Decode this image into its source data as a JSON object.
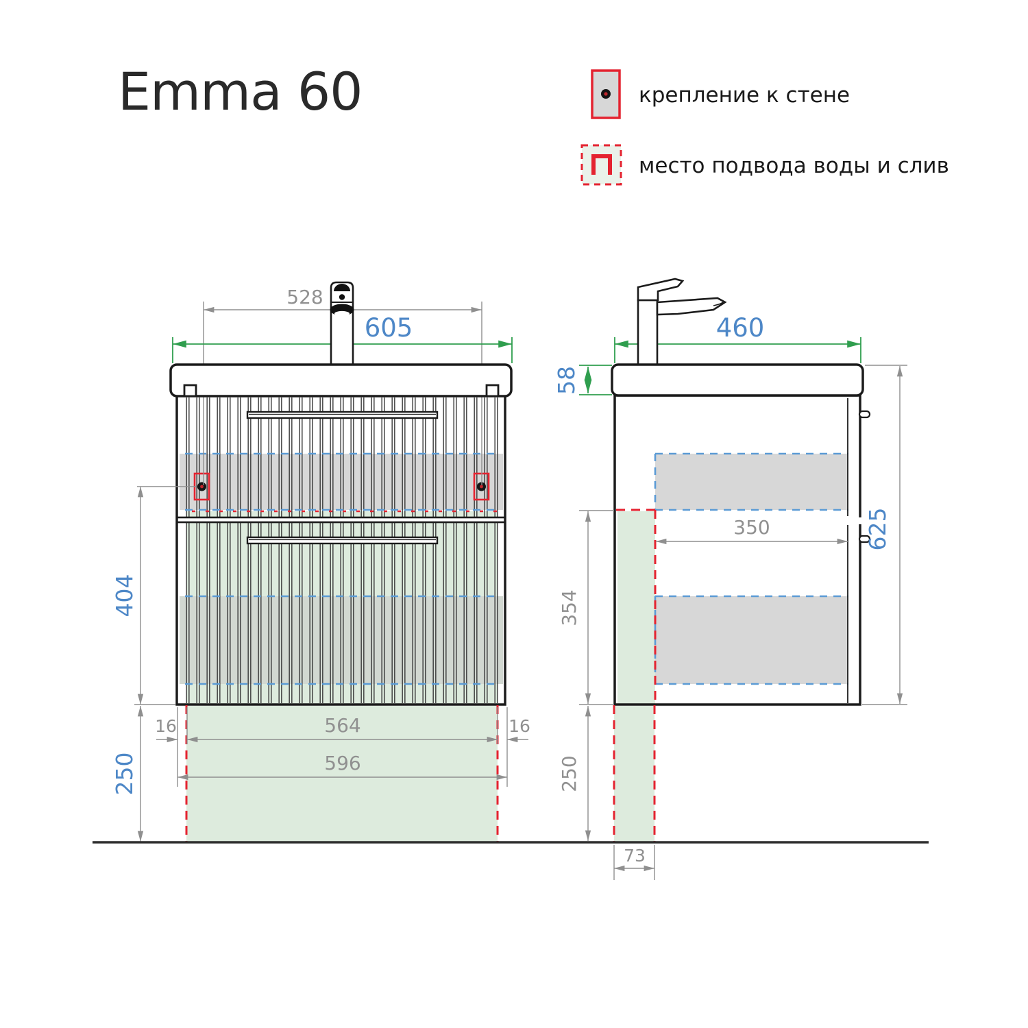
{
  "title": "Emma 60",
  "legend": {
    "wall_mount_label": "крепление к стене",
    "water_supply_label": "место подвода воды и слив"
  },
  "front_view": {
    "faucet_mount_spacing": "528",
    "overall_width": "605",
    "mount_height_above_bottom": "404",
    "floor_clearance": "250",
    "side_wall_left": "16",
    "inner_width": "564",
    "side_wall_right": "16",
    "body_width": "596"
  },
  "side_view": {
    "overall_depth": "460",
    "basin_height": "58",
    "cabinet_height": "625",
    "drawer_inner_depth": "350",
    "supply_zone_height": "354",
    "floor_clearance": "250",
    "supply_zone_depth": "73"
  },
  "colors": {
    "accent_blue": "#4d87c7",
    "dimension_green": "#2f9e4e",
    "marker_red": "#e42330",
    "drawer_dash_blue": "#5b9bd5",
    "zone_gray": "#d7d7d7",
    "zone_green": "#ddebdd"
  }
}
